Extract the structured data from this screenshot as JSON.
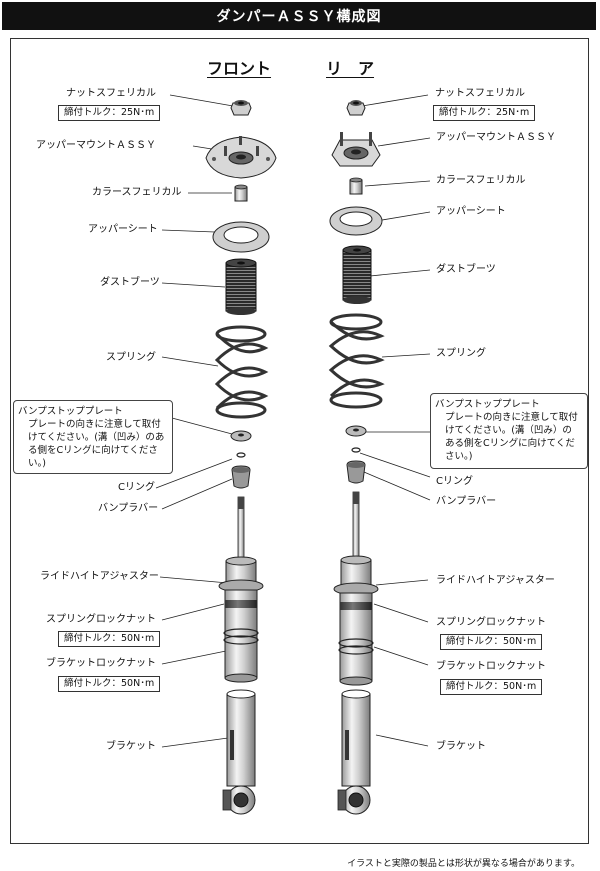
{
  "header": {
    "title": "ダンパーＡＳＳＹ構成図"
  },
  "columns": {
    "front": "フロント",
    "rear": "リ　ア"
  },
  "labels": {
    "nut": "ナットスフェリカル",
    "nut_torque": "締付トルク：25N･m",
    "upper_mount": "アッパーマウントＡＳＳＹ",
    "collar": "カラースフェリカル",
    "upper_seat": "アッパーシート",
    "dust_boot": "ダストブーツ",
    "spring": "スプリング",
    "c_ring": "Cリング",
    "bump_rubber": "バンプラバー",
    "ride_height": "ライドハイトアジャスター",
    "spring_lock": "スプリングロックナット",
    "spring_lock_torque": "締付トルク：50N･m",
    "bracket_lock": "ブラケットロックナット",
    "bracket_lock_torque": "締付トルク：50N･m",
    "bracket": "ブラケット"
  },
  "note": {
    "title": "バンプストッププレート",
    "body": "プレートの向きに注意して取付けてください。(溝（凹み）のある側をCリングに向けてください。)"
  },
  "footer": {
    "text": "イラストと実際の製品とは形状が異なる場合があります。"
  }
}
